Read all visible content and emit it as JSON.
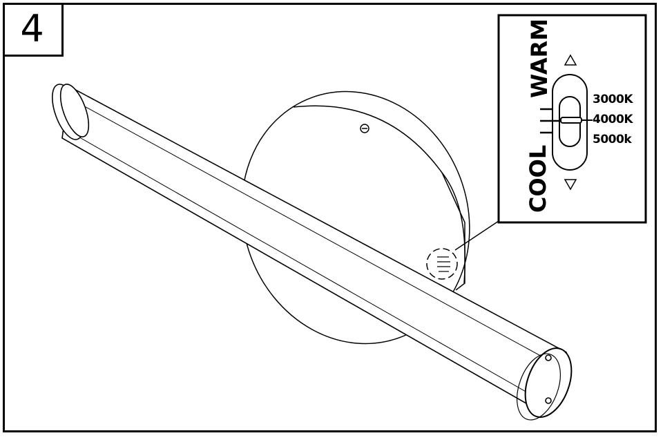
{
  "step": {
    "number": "4"
  },
  "switch": {
    "warm_label": "WARM",
    "cool_label": "COOL",
    "options": [
      "3000K",
      "4000K",
      "5000k"
    ],
    "selected": "4000K"
  }
}
